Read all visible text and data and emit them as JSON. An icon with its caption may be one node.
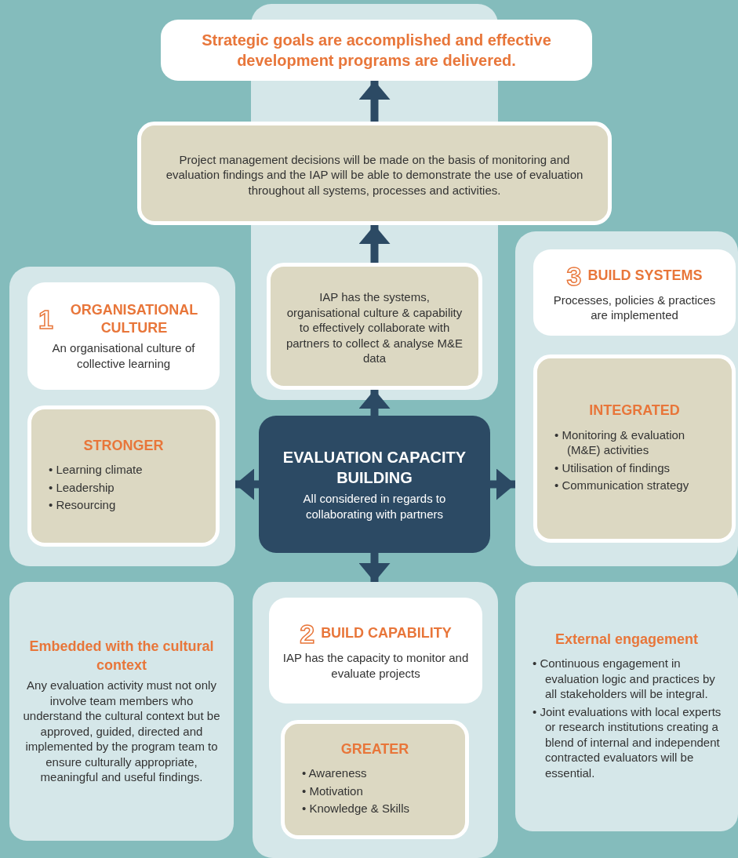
{
  "diagram": {
    "nodes": [
      {
        "text": [
          "Strategic goals are accomplished and effective development programs are delivered."
        ]
      },
      {
        "text": [
          "Project management decisions will be made on the basis of monitoring and evaluation findings and the IAP will be able to demonstrate the use of evaluation throughout all systems, processes and activities."
        ]
      },
      {
        "text": [
          "IAP has the systems, organisational culture & capability to effectively collaborate with partners to collect & analyse M&E data"
        ]
      },
      {
        "text": [],
        "shape": "box"
      },
      {
        "text": [
          "1",
          "ORGANISATIONAL CULTURE",
          "An organisational culture of collective learning"
        ],
        "in": 3
      },
      {
        "text": [
          "STRONGER",
          "• Learning climate",
          "• Leadership",
          "• Resourcing"
        ],
        "in": 3
      },
      {
        "text": [
          "EVALUATION CAPACITY BUILDING",
          "All considered in regards to collaborating with partners"
        ]
      },
      {
        "text": [],
        "shape": "box"
      },
      {
        "text": [
          "3",
          "BUILD SYSTEMS",
          "Processes, policies & practices are implemented"
        ],
        "in": 7
      },
      {
        "text": [
          "INTEGRATED",
          "• Monitoring & evaluation (M&E) activities",
          "• Utilisation of findings",
          "• Communication strategy"
        ],
        "in": 7
      },
      {
        "text": [
          "Embedded with the cultural context",
          "Any evaluation activity must not only involve team members who understand the cultural context but be approved, guided, directed and implemented by the program team to ensure culturally appropriate, meaningful and useful findings."
        ]
      },
      {
        "text": [],
        "shape": "box"
      },
      {
        "text": [
          "2",
          "BUILD CAPABILITY",
          "IAP has the capacity to monitor and evaluate projects"
        ],
        "in": 11
      },
      {
        "text": [
          "GREATER",
          "• Awareness",
          "• Motivation",
          "• Knowledge & Skills"
        ],
        "in": 11
      },
      {
        "text": [
          "External engagement",
          "• Continuous engagement in evaluation logic and practices by all stakeholders will be integral.",
          "• Joint evaluations with local experts or research institutions creating a blend of internal and independent contracted evaluators will be essential."
        ]
      }
    ],
    "edges": [
      {
        "from": 2,
        "to": 1,
        "arrow": "to"
      },
      {
        "from": 1,
        "to": 0,
        "arrow": "to"
      },
      {
        "from": 6,
        "to": 2,
        "arrow": "to"
      },
      {
        "from": 6,
        "to": 3,
        "arrow": "to"
      },
      {
        "from": 6,
        "to": 7,
        "arrow": "to"
      },
      {
        "from": 6,
        "to": 11,
        "arrow": "to"
      }
    ]
  }
}
